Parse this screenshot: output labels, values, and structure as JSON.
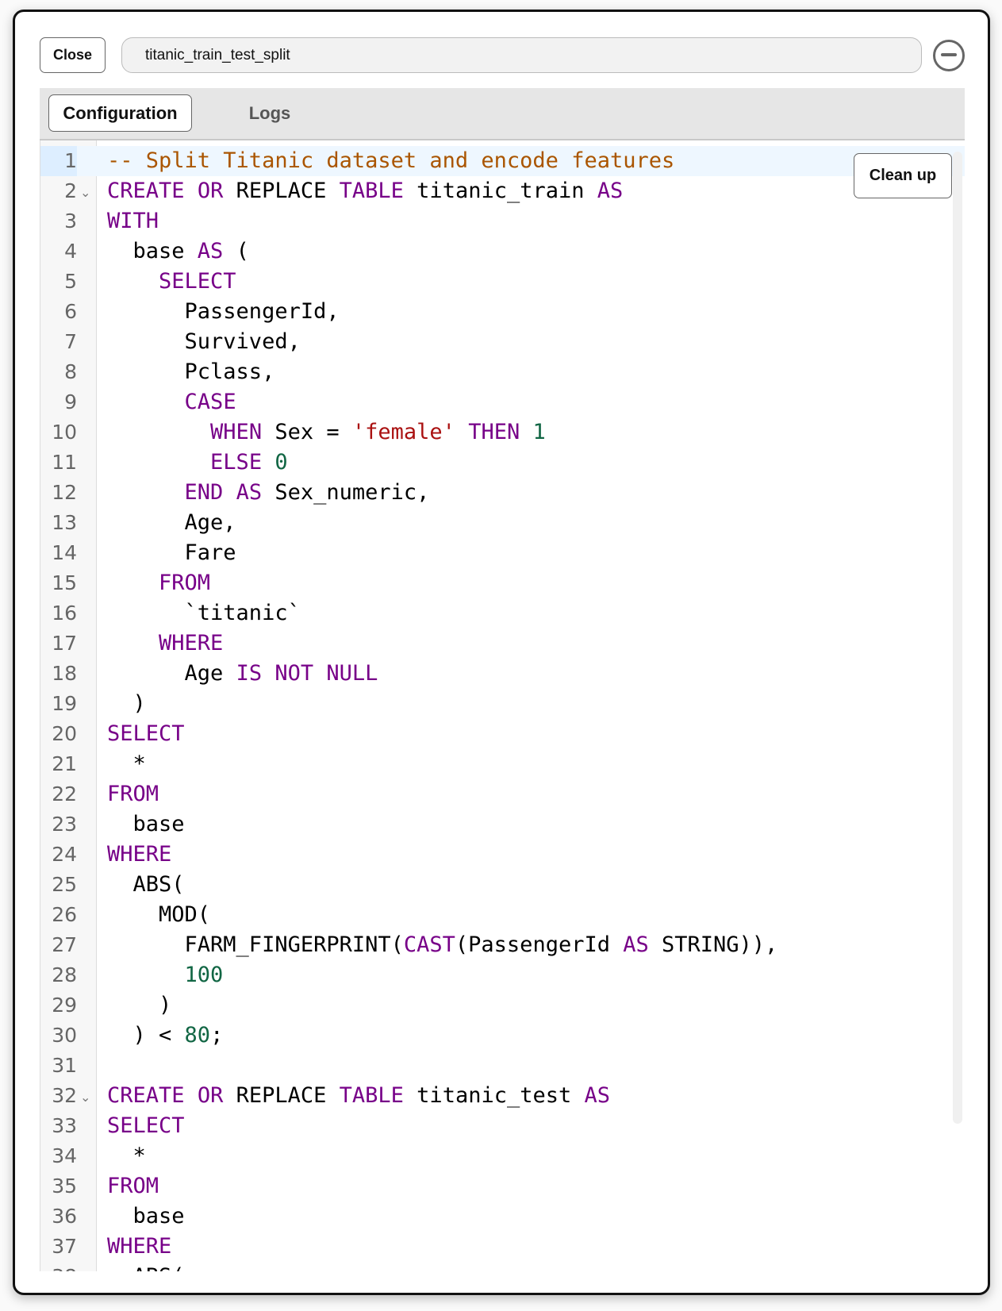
{
  "header": {
    "close_label": "Close",
    "title": "titanic_train_test_split"
  },
  "tabs": [
    {
      "label": "Configuration",
      "active": true
    },
    {
      "label": "Logs",
      "active": false
    }
  ],
  "editor": {
    "cleanup_label": "Clean up",
    "active_line": 1,
    "fold_lines": [
      2,
      32
    ],
    "fold_icon": "⌄",
    "lines": [
      [
        [
          "cm",
          "-- Split Titanic dataset and encode features"
        ]
      ],
      [
        [
          "kw",
          "CREATE"
        ],
        [
          "tx",
          " "
        ],
        [
          "kw",
          "OR"
        ],
        [
          "tx",
          " REPLACE "
        ],
        [
          "kw",
          "TABLE"
        ],
        [
          "tx",
          " titanic_train "
        ],
        [
          "kw",
          "AS"
        ]
      ],
      [
        [
          "kw",
          "WITH"
        ]
      ],
      [
        [
          "tx",
          "  base "
        ],
        [
          "kw",
          "AS"
        ],
        [
          "tx",
          " ("
        ]
      ],
      [
        [
          "tx",
          "    "
        ],
        [
          "kw",
          "SELECT"
        ]
      ],
      [
        [
          "tx",
          "      PassengerId,"
        ]
      ],
      [
        [
          "tx",
          "      Survived,"
        ]
      ],
      [
        [
          "tx",
          "      Pclass,"
        ]
      ],
      [
        [
          "tx",
          "      "
        ],
        [
          "kw",
          "CASE"
        ]
      ],
      [
        [
          "tx",
          "        "
        ],
        [
          "kw",
          "WHEN"
        ],
        [
          "tx",
          " Sex = "
        ],
        [
          "str",
          "'female'"
        ],
        [
          "tx",
          " "
        ],
        [
          "kw",
          "THEN"
        ],
        [
          "tx",
          " "
        ],
        [
          "num",
          "1"
        ]
      ],
      [
        [
          "tx",
          "        "
        ],
        [
          "kw",
          "ELSE"
        ],
        [
          "tx",
          " "
        ],
        [
          "num",
          "0"
        ]
      ],
      [
        [
          "tx",
          "      "
        ],
        [
          "kw",
          "END"
        ],
        [
          "tx",
          " "
        ],
        [
          "kw",
          "AS"
        ],
        [
          "tx",
          " Sex_numeric,"
        ]
      ],
      [
        [
          "tx",
          "      Age,"
        ]
      ],
      [
        [
          "tx",
          "      Fare"
        ]
      ],
      [
        [
          "tx",
          "    "
        ],
        [
          "kw",
          "FROM"
        ]
      ],
      [
        [
          "tx",
          "      `titanic`"
        ]
      ],
      [
        [
          "tx",
          "    "
        ],
        [
          "kw",
          "WHERE"
        ]
      ],
      [
        [
          "tx",
          "      Age "
        ],
        [
          "kw",
          "IS"
        ],
        [
          "tx",
          " "
        ],
        [
          "kw",
          "NOT"
        ],
        [
          "tx",
          " "
        ],
        [
          "kw",
          "NULL"
        ]
      ],
      [
        [
          "tx",
          "  )"
        ]
      ],
      [
        [
          "kw",
          "SELECT"
        ]
      ],
      [
        [
          "tx",
          "  *"
        ]
      ],
      [
        [
          "kw",
          "FROM"
        ]
      ],
      [
        [
          "tx",
          "  base"
        ]
      ],
      [
        [
          "kw",
          "WHERE"
        ]
      ],
      [
        [
          "tx",
          "  ABS("
        ]
      ],
      [
        [
          "tx",
          "    MOD("
        ]
      ],
      [
        [
          "tx",
          "      FARM_FINGERPRINT("
        ],
        [
          "kw",
          "CAST"
        ],
        [
          "tx",
          "(PassengerId "
        ],
        [
          "kw",
          "AS"
        ],
        [
          "tx",
          " STRING)),"
        ]
      ],
      [
        [
          "tx",
          "      "
        ],
        [
          "num",
          "100"
        ]
      ],
      [
        [
          "tx",
          "    )"
        ]
      ],
      [
        [
          "tx",
          "  ) < "
        ],
        [
          "num",
          "80"
        ],
        [
          "tx",
          ";"
        ]
      ],
      [],
      [
        [
          "kw",
          "CREATE"
        ],
        [
          "tx",
          " "
        ],
        [
          "kw",
          "OR"
        ],
        [
          "tx",
          " REPLACE "
        ],
        [
          "kw",
          "TABLE"
        ],
        [
          "tx",
          " titanic_test "
        ],
        [
          "kw",
          "AS"
        ]
      ],
      [
        [
          "kw",
          "SELECT"
        ]
      ],
      [
        [
          "tx",
          "  *"
        ]
      ],
      [
        [
          "kw",
          "FROM"
        ]
      ],
      [
        [
          "tx",
          "  base"
        ]
      ],
      [
        [
          "kw",
          "WHERE"
        ]
      ],
      [
        [
          "tx",
          "  ABS("
        ]
      ]
    ]
  },
  "colors": {
    "keyword": "#770088",
    "comment": "#aa5500",
    "string": "#aa1111",
    "number": "#116644"
  }
}
